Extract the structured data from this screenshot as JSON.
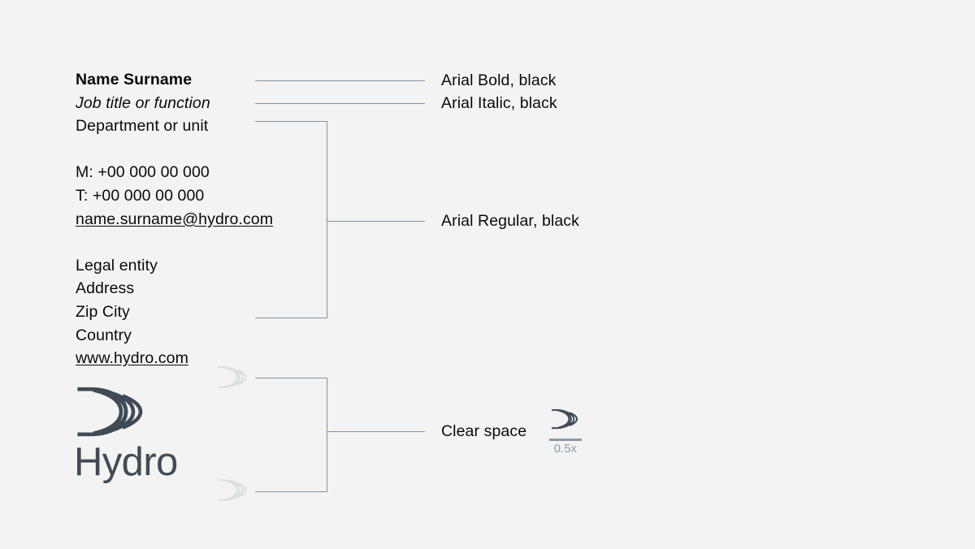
{
  "page": {
    "background_color": "#f2f3f2",
    "line_color": "#8193a3",
    "text_color": "#0a0a0a",
    "logo_color": "#404b55",
    "ghost_color": "#dcdfe1",
    "muted_color": "#8b97a3"
  },
  "signature": {
    "name": "Name Surname",
    "job_title": "Job title or function",
    "department": "Department or unit",
    "mobile": "M: +00 000 00 000",
    "telephone": "T: +00 000 00 000",
    "email": "name.surname@hydro.com",
    "legal_entity": "Legal entity",
    "address": "Address",
    "zip_city": "Zip City",
    "country": "Country",
    "website": "www.hydro.com"
  },
  "logo": {
    "wordmark": "Hydro",
    "mark_name": "hydro-wave-mark"
  },
  "captions": {
    "bold": "Arial Bold, black",
    "italic": "Arial Italic, black",
    "regular": "Arial Regular, black",
    "clear_space": "Clear space"
  },
  "ratio": {
    "label": "0.5x"
  }
}
